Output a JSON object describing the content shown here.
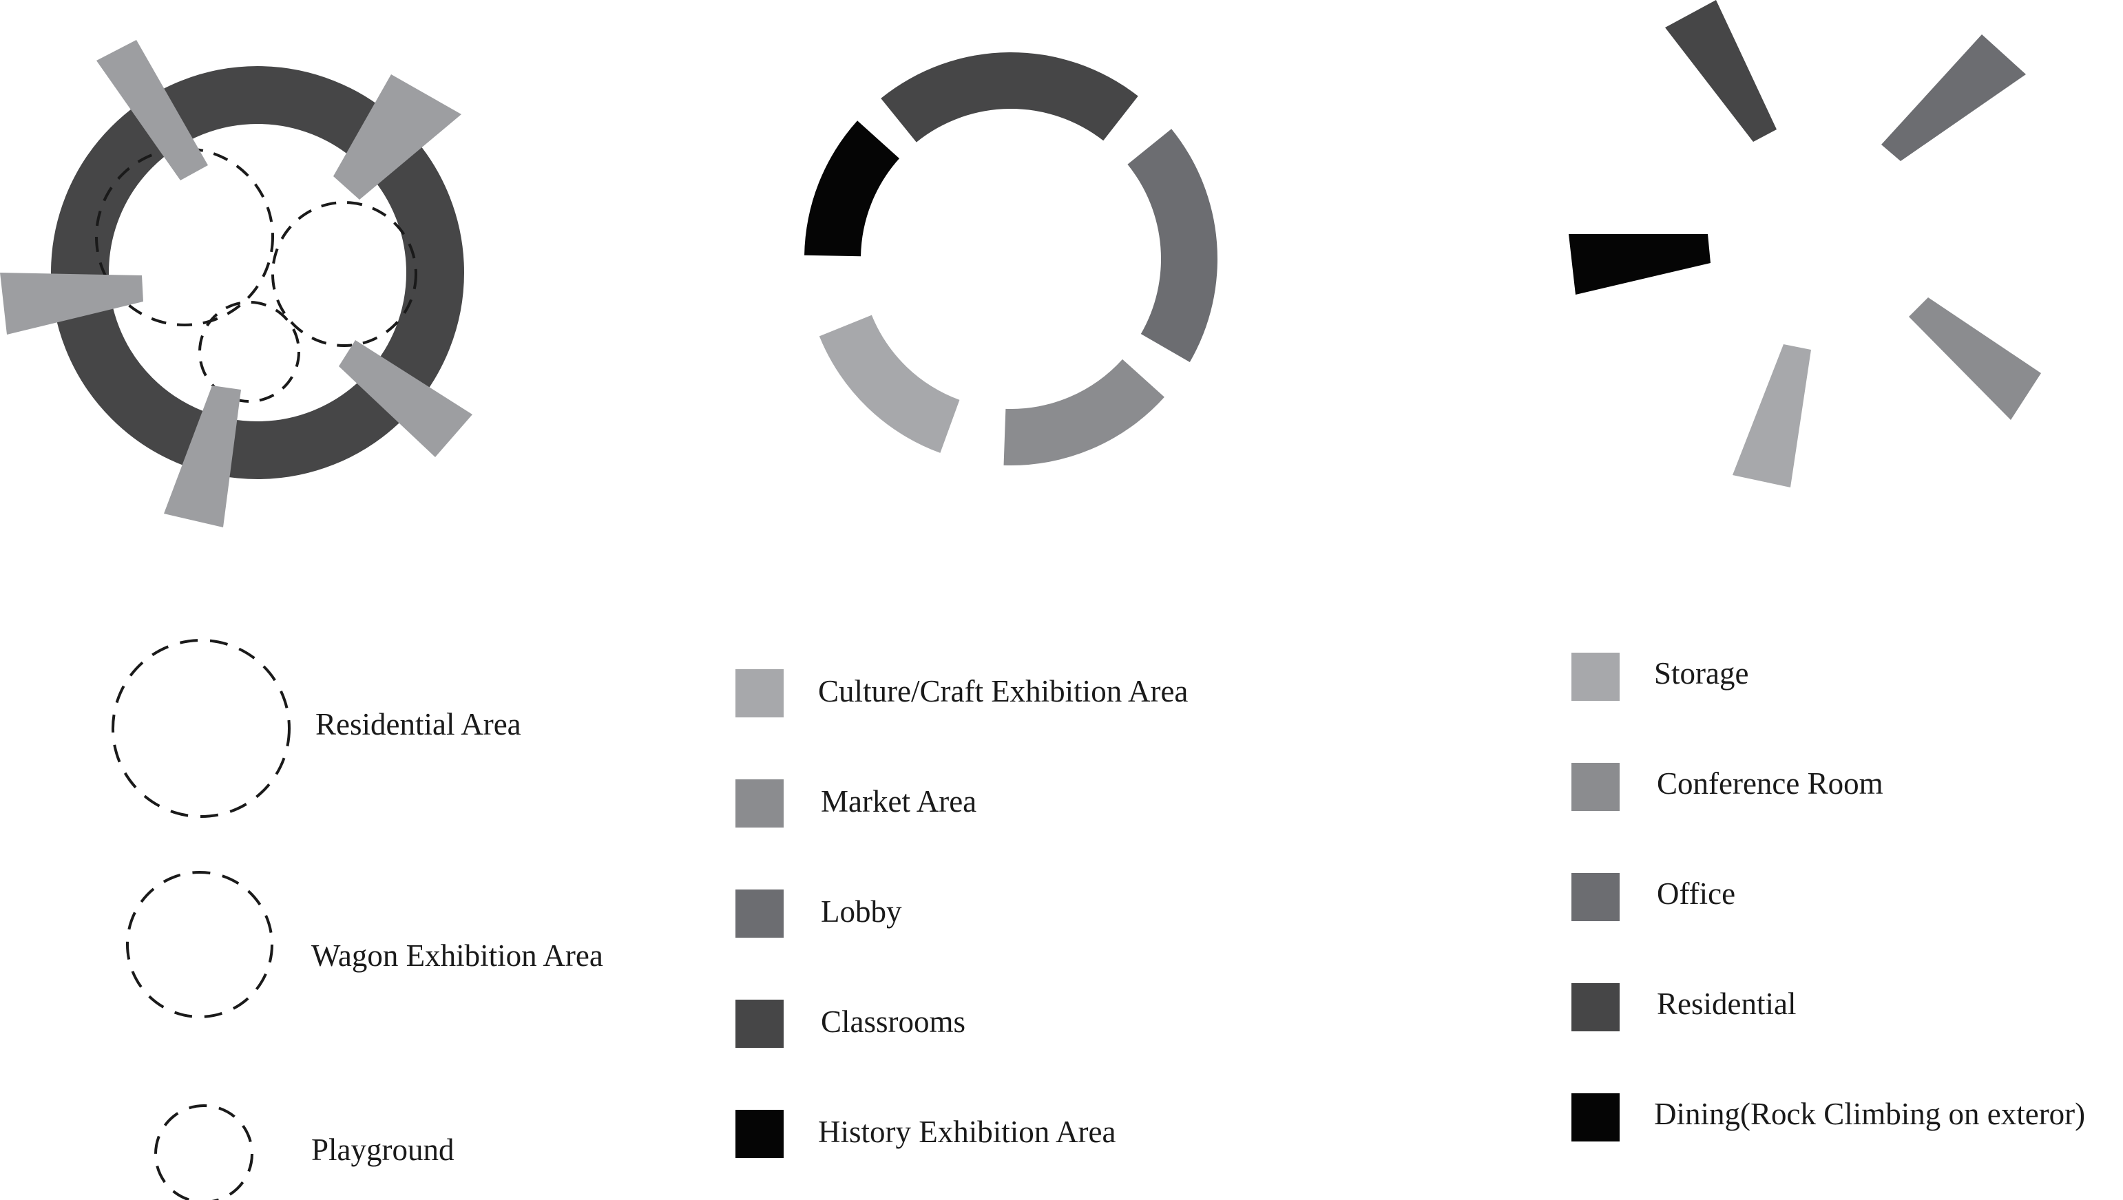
{
  "legends": {
    "dashed": [
      {
        "label": "Residential Area"
      },
      {
        "label": "Wagon Exhibition Area"
      },
      {
        "label": "Playground"
      }
    ],
    "middle": [
      {
        "label": "Culture/Craft Exhibition Area",
        "color": "#a7a8ab"
      },
      {
        "label": "Market Area",
        "color": "#8b8c8f"
      },
      {
        "label": "Lobby",
        "color": "#6c6d71"
      },
      {
        "label": "Classrooms",
        "color": "#464647"
      },
      {
        "label": "History Exhibition Area",
        "color": "#050505"
      }
    ],
    "right": [
      {
        "label": "Storage",
        "color": "#a7a8ab"
      },
      {
        "label": "Conference Room",
        "color": "#8b8c8f"
      },
      {
        "label": "Office",
        "color": "#6c6d71"
      },
      {
        "label": "Residential",
        "color": "#464647"
      },
      {
        "label": "Dining(Rock Climbing on exteror)",
        "color": "#050505"
      }
    ]
  }
}
